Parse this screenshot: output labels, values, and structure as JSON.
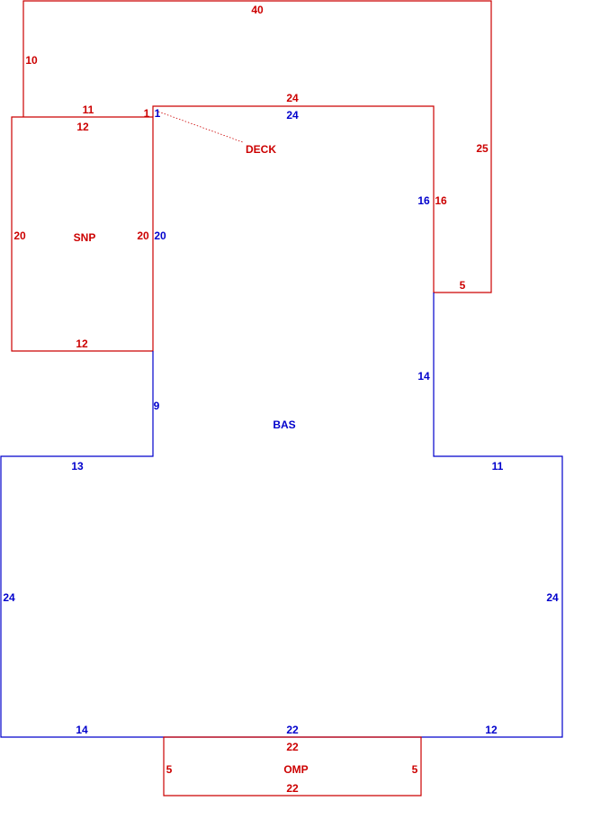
{
  "colors": {
    "bas": "#0000cc",
    "addition": "#cc0000",
    "background": "#ffffff"
  },
  "areas": {
    "bas": {
      "label": "BAS"
    },
    "deck": {
      "label": "DECK"
    },
    "snp": {
      "label": "SNP"
    },
    "omp": {
      "label": "OMP"
    }
  },
  "dimensions": {
    "deck_top": "40",
    "deck_left": "10",
    "deck_bottom_left": "11",
    "deck_small": "1",
    "deck_inner_top": "24",
    "deck_right": "25",
    "deck_inner_right": "16",
    "deck_bottom_right": "5",
    "snp_top": "12",
    "snp_left": "20",
    "snp_right": "20",
    "snp_bottom": "12",
    "bas_small": "1",
    "bas_top": "24",
    "bas_upper_left": "20",
    "bas_upper_right": "16",
    "bas_mid_left": "9",
    "bas_mid_right": "14",
    "bas_ledge_left": "13",
    "bas_ledge_right": "11",
    "bas_left": "24",
    "bas_right": "24",
    "bas_bottom_left": "14",
    "bas_bottom_mid": "22",
    "bas_bottom_right": "12",
    "omp_top": "22",
    "omp_left": "5",
    "omp_right": "5",
    "omp_bottom": "22"
  }
}
